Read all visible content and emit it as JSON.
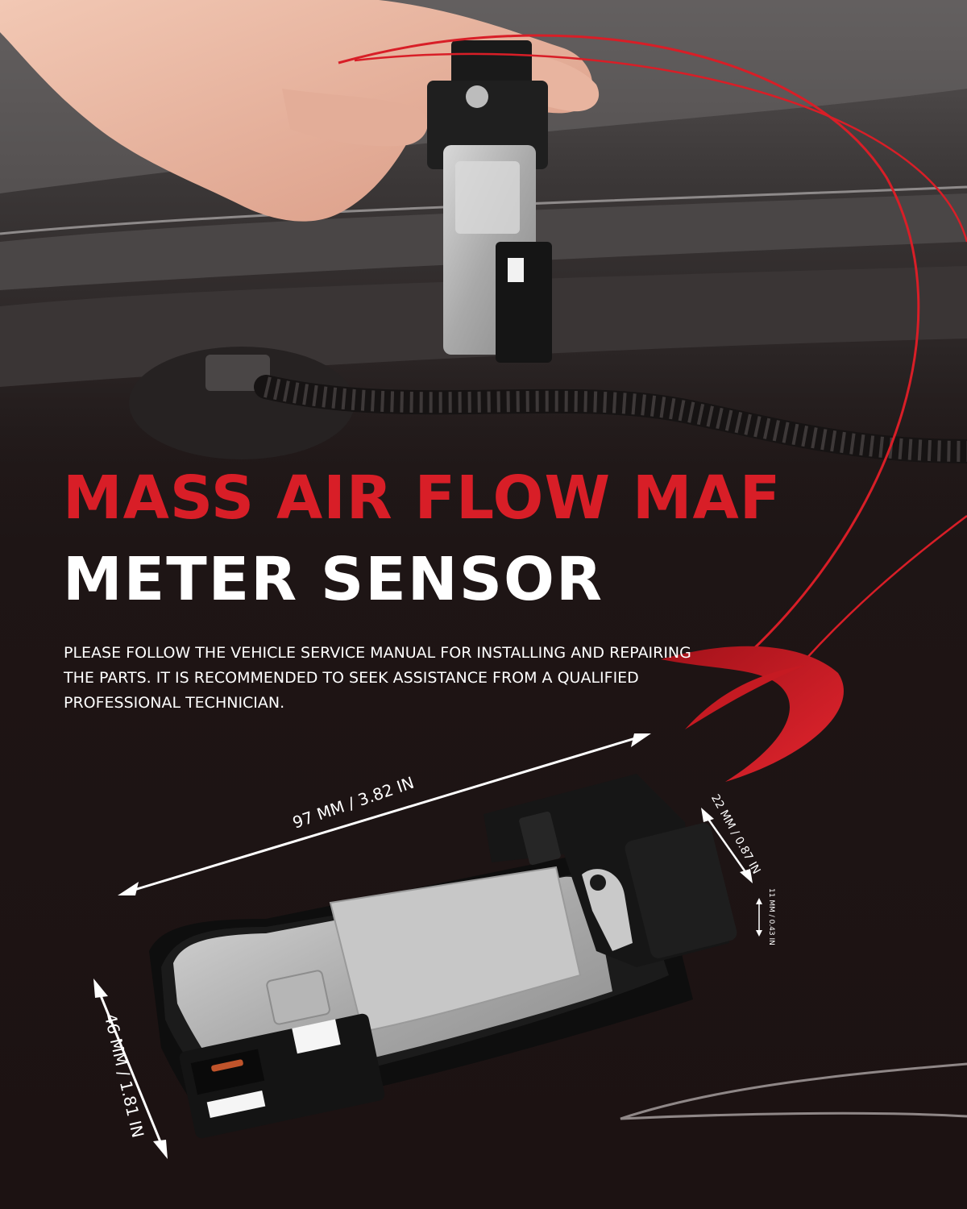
{
  "hero": {
    "title_line1": "MASS AIR FLOW MAF",
    "title_line2": "METER SENSOR",
    "notice": "PLEASE FOLLOW THE VEHICLE SERVICE MANUAL FOR INSTALLING AND REPAIRING THE PARTS. IT IS RECOMMENDED TO SEEK ASSISTANCE FROM A QUALIFIED PROFESSIONAL TECHNICIAN."
  },
  "dimensions": {
    "length": "97 MM / 3.82 IN",
    "height": "46 MM / 1.81 IN",
    "depth": "22 MM / 0.87 IN",
    "pin": "11 MM / 0.43 IN"
  },
  "colors": {
    "accent_red": "#d81e27",
    "text_white": "#ffffff",
    "background_dark": "#1c1212"
  }
}
